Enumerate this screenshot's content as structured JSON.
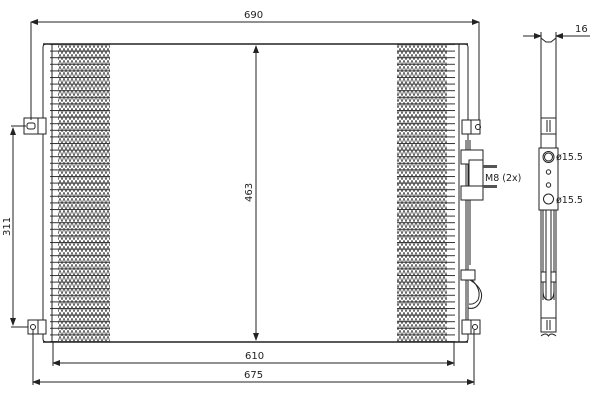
{
  "drawing": {
    "title": "Condenser technical drawing",
    "line_color": "#222222",
    "fin_color": "#6e6e6e",
    "background": "#ffffff"
  },
  "dimensions": {
    "overall_width": "690",
    "core_height": "463",
    "core_width": "610",
    "mount_width": "675",
    "mount_spacing": "311",
    "depth": "16"
  },
  "annotations": {
    "bolt": "M8 (2x)",
    "port_top": "ø15.5",
    "port_bottom": "ø15.5"
  }
}
